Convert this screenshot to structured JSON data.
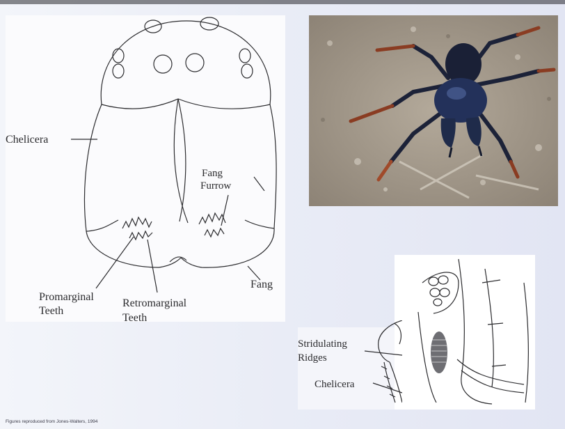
{
  "diagram": {
    "labels": {
      "chelicera": "Chelicera",
      "fang_furrow_1": "Fang",
      "fang_furrow_2": "Furrow",
      "promarginal_1": "Promarginal",
      "promarginal_2": "Teeth",
      "retromarginal_1": "Retromarginal",
      "retromarginal_2": "Teeth",
      "fang": "Fang"
    }
  },
  "photo": {
    "subject": "mygalomorph spider photograph"
  },
  "inset": {
    "labels": {
      "stridulating_1": "Stridulating",
      "stridulating_2": "Ridges",
      "chelicera": "Chelicera"
    }
  },
  "footer": {
    "credit": "Figures reproduced from Jones-Walters, 1994"
  },
  "colors": {
    "line": "#2b2b2e",
    "slide_bg": "#e9ecf6",
    "spider_body": "#1f2b4a",
    "spider_leg_tip": "#a04a2a"
  }
}
